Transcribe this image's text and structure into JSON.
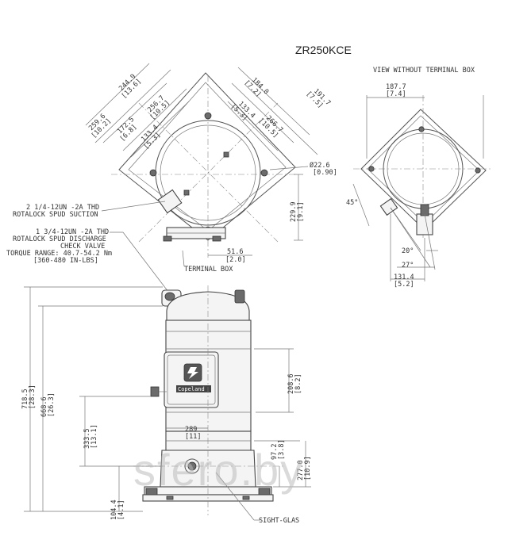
{
  "title": "ZR250KCE",
  "view_note": "VIEW WITHOUT TERMINAL BOX",
  "watermark": "sfero.by",
  "logo_text": "Copeland",
  "labels": {
    "suction_1": "2 1/4-12UN -2A THD",
    "suction_2": "ROTALOCK SPUD SUCTION",
    "discharge_1": "1 3/4-12UN -2A THD",
    "discharge_2": "ROTALOCK SPUD DISCHARGE",
    "discharge_3": "CHECK VALVE",
    "discharge_4": "TORQUE RANGE: 40.7-54.2 Nm",
    "discharge_5": "[360-480 IN-LBS]",
    "terminal_box": "TERMINAL BOX",
    "sight_glass": "SIGHT-GLAS"
  },
  "dims": {
    "d259_6": "259.6",
    "d259_6b": "[10.2]",
    "d244_9": "244.9",
    "d244_9b": "[13.6]",
    "d172_5": "172.5",
    "d172_5b": "[6.8]",
    "d256_7a": "256.7",
    "d256_7ab": "[10.5]",
    "d133_4a": "133.4",
    "d133_4ab": "[5.3]",
    "d184_0": "184.0",
    "d184_0b": "[7.2]",
    "d133_4b": "133.4",
    "d133_4bb": "[5.3]",
    "d191_7": "191.7",
    "d191_7b": "[7.5]",
    "d266_7": "266.7",
    "d266_7b": "[10.5]",
    "d22_6": "Ø22.6",
    "d22_6b": "[0.90]",
    "d229_9": "229.9",
    "d229_9b": "[9.1]",
    "d51_6": "51.6",
    "d51_6b": "[2.0]",
    "d187_7": "187.7",
    "d187_7b": "[7.4]",
    "a45": "45°",
    "a20": "20°",
    "a27": "27°",
    "d131_4": "131.4",
    "d131_4b": "[5.2]",
    "d718_5": "718.5",
    "d718_5b": "[28.3]",
    "d668_6": "668.6",
    "d668_6b": "[26.3]",
    "d333_5": "333.5",
    "d333_5b": "[13.1]",
    "d104_4": "104.4",
    "d104_4b": "[4.1]",
    "d208_6": "208.6",
    "d208_6b": "[8.2]",
    "d289": "289",
    "d289b": "[11]",
    "d97_2": "97.2",
    "d97_2b": "[3.8]",
    "d277_0": "277.0",
    "d277_0b": "[10.9]"
  }
}
